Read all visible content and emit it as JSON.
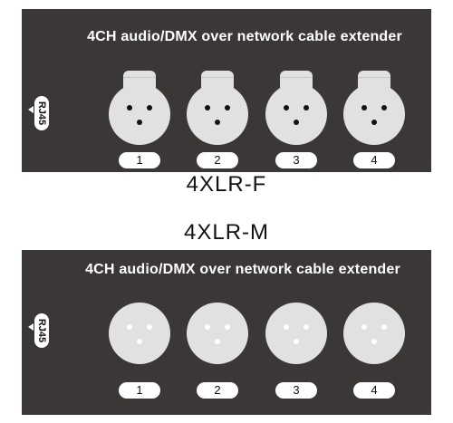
{
  "female": {
    "title": "4CH audio/DMX over network cable extender",
    "model": "4XLR-F",
    "port_label": "RJ45",
    "channels": [
      "1",
      "2",
      "3",
      "4"
    ],
    "connector_icon": "xlr-female-icon"
  },
  "male": {
    "title": "4CH audio/DMX over network cable extender",
    "model": "4XLR-M",
    "port_label": "RJ45",
    "channels": [
      "1",
      "2",
      "3",
      "4"
    ],
    "connector_icon": "xlr-male-icon"
  },
  "colors": {
    "panel": "#3b3737",
    "connector": "#e1e1e1",
    "label_bg": "#ffffff"
  }
}
